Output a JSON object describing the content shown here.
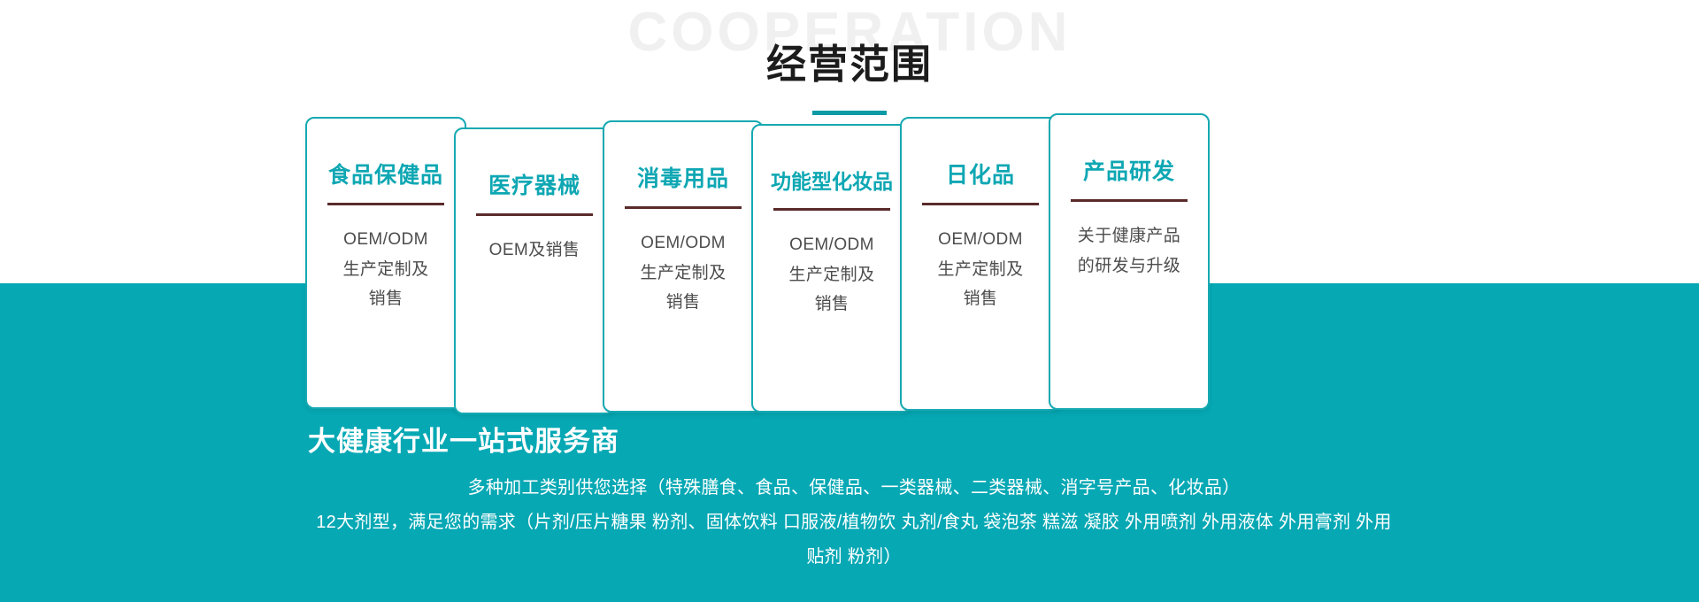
{
  "header": {
    "watermark": "COOPERATION",
    "title": "经营范围"
  },
  "cards": [
    {
      "title": "食品保健品",
      "lines": [
        "OEM/ODM",
        "生产定制及",
        "销售"
      ]
    },
    {
      "title": "医疗器械",
      "lines": [
        "OEM及销售"
      ]
    },
    {
      "title": "消毒用品",
      "lines": [
        "OEM/ODM",
        "生产定制及",
        "销售"
      ]
    },
    {
      "title": "功能型化妆品",
      "lines": [
        "OEM/ODM",
        "生产定制及",
        "销售"
      ]
    },
    {
      "title": "日化品",
      "lines": [
        "OEM/ODM",
        "生产定制及",
        "销售"
      ]
    },
    {
      "title": "产品研发",
      "lines": [
        "关于健康产品",
        "的研发与升级"
      ]
    }
  ],
  "bottom": {
    "heading": "大健康行业一站式服务商",
    "line1": "多种加工类别供您选择（特殊膳食、食品、保健品、一类器械、二类器械、消字号产品、化妆品）",
    "line2": "12大剂型，满足您的需求（片剂/压片糖果 粉剂、固体饮料 口服液/植物饮 丸剂/食丸 袋泡茶 糕滋 凝胶 外用喷剂 外用液体 外用膏剂 外用贴剂 粉剂）"
  },
  "colors": {
    "teal_band": "#06a8b4",
    "card_border": "#16a9b2",
    "card_title": "#0ea7b3",
    "card_rule": "#5a2b2b",
    "title_rule": "#0b9aa6",
    "watermark": "#f0f0f0",
    "body_text": "#4c4c4c"
  }
}
